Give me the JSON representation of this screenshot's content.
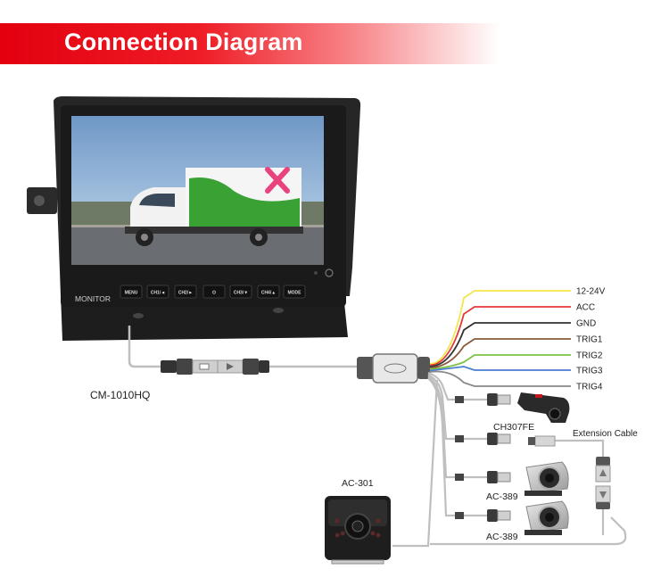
{
  "title": "Connection Diagram",
  "monitor": {
    "model": "CM-1010HQ",
    "brand_label": "MONITOR",
    "buttons": [
      "MENU",
      "CH1/◄",
      "CH2/►",
      "⏻",
      "CH3/▼",
      "CH4/▲",
      "MODE"
    ]
  },
  "wires": [
    {
      "label": "12-24V",
      "color": "#f2e64a"
    },
    {
      "label": "ACC",
      "color": "#e53935"
    },
    {
      "label": "GND",
      "color": "#333333"
    },
    {
      "label": "TRIG1",
      "color": "#8a5a3a"
    },
    {
      "label": "TRIG2",
      "color": "#7cc242"
    },
    {
      "label": "TRIG3",
      "color": "#4a7fd0"
    },
    {
      "label": "TRIG4",
      "color": "#888888"
    }
  ],
  "cameras": {
    "front": "CH307FE",
    "side_1": "AC-389",
    "side_2": "AC-389",
    "rear": "AC-301"
  },
  "extension_label": "Extension Cable",
  "colors": {
    "banner": "#e3000f",
    "cable": "#bfbfbf"
  }
}
